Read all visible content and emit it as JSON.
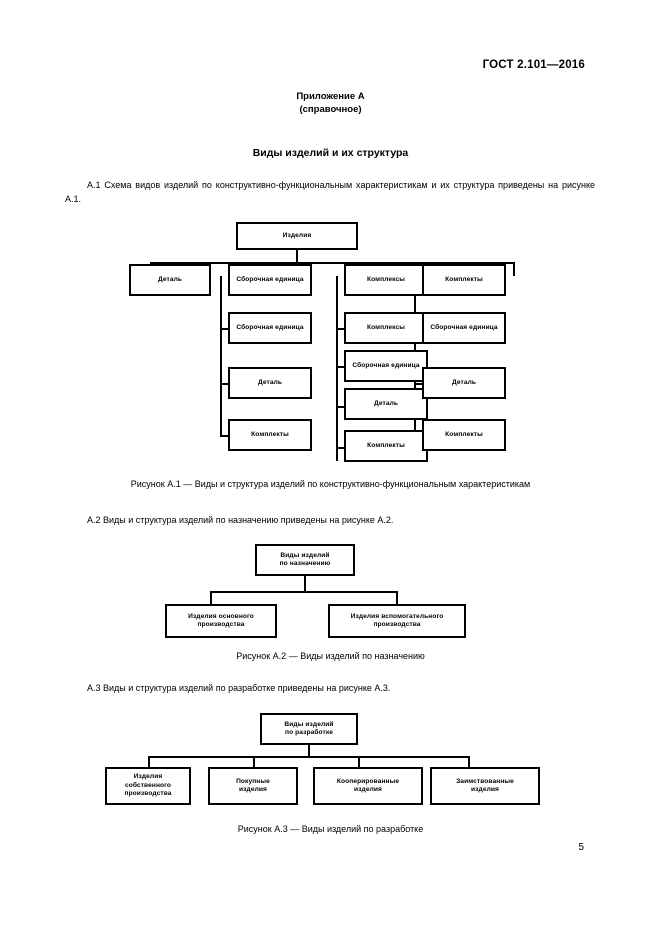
{
  "document": {
    "standard_header": "ГОСТ 2.101—2016",
    "page_number": "5",
    "annex_title": "Приложение А",
    "annex_subtitle": "(справочное)",
    "section_title": "Виды изделий и их структура"
  },
  "paragraphs": {
    "a1": "А.1  Схема видов изделий по конструктивно-функциональным характеристикам и их структура приведены на рисунке А.1.",
    "a2": "А.2  Виды и структура изделий по назначению приведены на рисунке А.2.",
    "a3": "А.3  Виды и структура изделий по разработке приведены на рисунке А.3."
  },
  "captions": {
    "a1": "Рисунок А.1 — Виды и структура изделий по конструктивно-функциональным характеристикам",
    "a2": "Рисунок А.2 — Виды изделий по назначению",
    "a3": "Рисунок А.3 — Виды изделий по разработке"
  },
  "figure_a1": {
    "root": "Изделия",
    "columns": [
      {
        "head": "Деталь",
        "children": []
      },
      {
        "head": "Сборочная единица",
        "children": [
          "Сборочная единица",
          "Деталь",
          "Комплекты"
        ]
      },
      {
        "head": "Комплексы",
        "children": [
          "Комплексы",
          "Сборочная единица",
          "Деталь",
          "Комплекты"
        ]
      },
      {
        "head": "Комплекты",
        "children": [
          "Сборочная единица",
          "Деталь",
          "Комплекты"
        ]
      }
    ]
  },
  "figure_a2": {
    "root_line1": "Виды изделий",
    "root_line2": "по назначению",
    "children": [
      {
        "line1": "Изделия основного",
        "line2": "производства"
      },
      {
        "line1": "Изделия вспомогательного",
        "line2": "производства"
      }
    ]
  },
  "figure_a3": {
    "root_line1": "Виды изделий",
    "root_line2": "по разработке",
    "children": [
      {
        "line1": "Изделия",
        "line2": "собственного",
        "line3": "производства"
      },
      {
        "line1": "Покупные",
        "line2": "изделия",
        "line3": ""
      },
      {
        "line1": "Кооперированные",
        "line2": "изделия",
        "line3": ""
      },
      {
        "line1": "Заимствованные",
        "line2": "изделия",
        "line3": ""
      }
    ]
  },
  "colors": {
    "ink": "#000000",
    "paper": "#ffffff"
  }
}
